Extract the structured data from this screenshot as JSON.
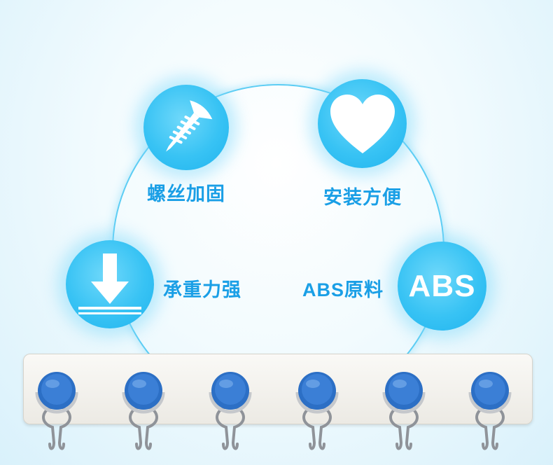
{
  "features": {
    "screw": {
      "label": "螺丝加固",
      "icon": "screw-icon"
    },
    "install": {
      "label": "安装方便",
      "icon": "heart-icon"
    },
    "load": {
      "label": "承重力强",
      "icon": "down-arrow-weight-icon"
    },
    "material": {
      "label": "ABS原料",
      "badge": "ABS"
    }
  },
  "rack": {
    "hook_count": 6
  },
  "colors": {
    "circle": "#38c3f4",
    "label": "#1a9fe6",
    "hook_cap": "#2f73c6",
    "ring": "#5ccdf4"
  }
}
